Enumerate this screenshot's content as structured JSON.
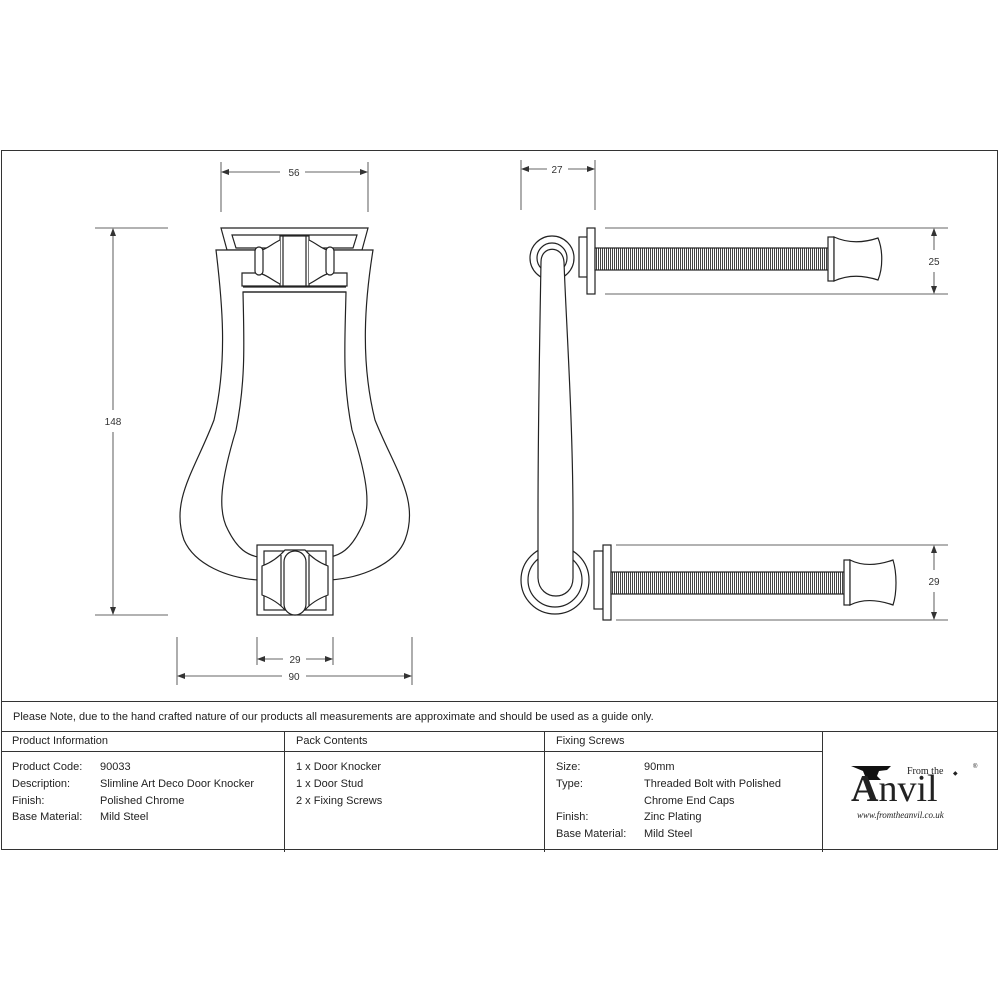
{
  "drawing": {
    "front_view": {
      "dimensions": {
        "top_width": "56",
        "height": "148",
        "bottom_stud_width": "29",
        "overall_width": "90"
      }
    },
    "side_view": {
      "dimensions": {
        "projection": "27",
        "top_screw_height": "25",
        "bottom_screw_height": "29"
      }
    }
  },
  "note": "Please Note, due to the hand crafted nature of our products all measurements are approximate and should be used as a guide only.",
  "product_information": {
    "heading": "Product Information",
    "rows": [
      {
        "key": "Product Code:",
        "value": "90033"
      },
      {
        "key": "Description:",
        "value": "Slimline Art Deco Door Knocker"
      },
      {
        "key": "Finish:",
        "value": "Polished Chrome"
      },
      {
        "key": "Base Material:",
        "value": "Mild Steel"
      }
    ]
  },
  "pack_contents": {
    "heading": "Pack Contents",
    "items": [
      "1 x Door Knocker",
      "1 x Door Stud",
      "2 x Fixing Screws"
    ]
  },
  "fixing_screws": {
    "heading": "Fixing Screws",
    "rows": [
      {
        "key": "Size:",
        "value": "90mm"
      },
      {
        "key": "Type:",
        "value": "Threaded Bolt with Polished"
      },
      {
        "key": "",
        "value": "Chrome End Caps"
      },
      {
        "key": "Finish:",
        "value": "Zinc Plating"
      },
      {
        "key": "Base Material:",
        "value": "Mild Steel"
      }
    ]
  },
  "logo": {
    "from_the": "From the",
    "anvil_first": "A",
    "anvil_rest": "nvil",
    "registered": "®",
    "url": "www.fromtheanvil.co.uk",
    "icon": "anvil-icon"
  }
}
